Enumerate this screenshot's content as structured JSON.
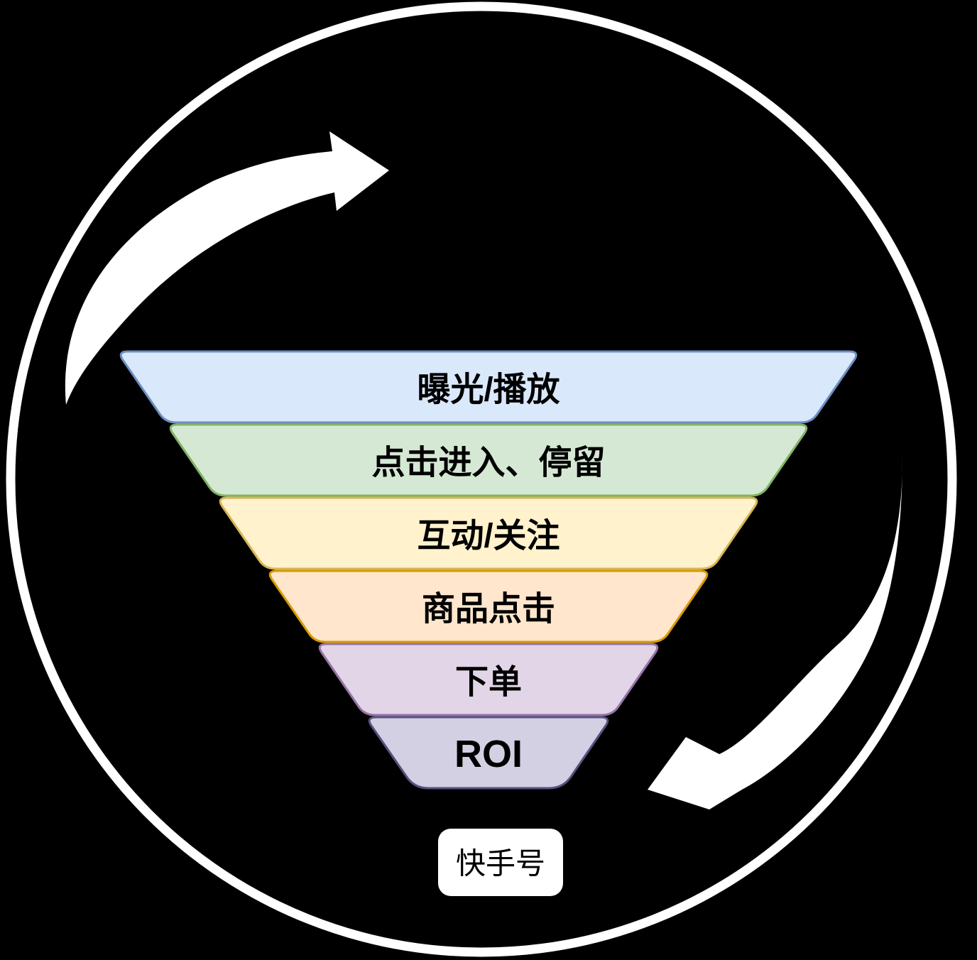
{
  "diagram": {
    "background_color": "#000000",
    "cycle": {
      "circle_color": "#ffffff",
      "arrow_color": "#ffffff"
    },
    "funnel": {
      "text_color": "#000000",
      "layers": [
        {
          "label": "曝光/播放",
          "fill": "#dae8fc",
          "stroke": "#6c8ebf"
        },
        {
          "label": "点击进入、停留",
          "fill": "#d5e8d4",
          "stroke": "#82b366"
        },
        {
          "label": "互动/关注",
          "fill": "#fff2cc",
          "stroke": "#d6b656"
        },
        {
          "label": "商品点击",
          "fill": "#ffe6cc",
          "stroke": "#d79b00"
        },
        {
          "label": "下单",
          "fill": "#e1d5e7",
          "stroke": "#9673a6"
        },
        {
          "label": "ROI",
          "fill": "#d3d0e3",
          "stroke": "#56517e"
        }
      ]
    },
    "account_box": {
      "label": "快手号",
      "fill": "#ffffff",
      "text_color": "#000000"
    }
  }
}
